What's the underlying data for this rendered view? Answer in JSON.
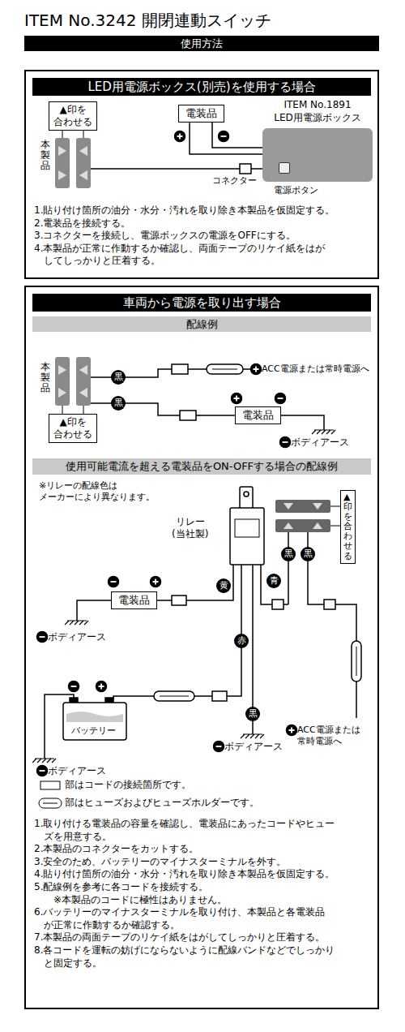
{
  "diagram": {
    "title": "ITEM No.3242 開閉連動スイッチ",
    "nodes": [
      {
        "text": [
          "使用方法"
        ]
      },
      {
        "text": [
          "LED用電源ボックス(別売)を使用する場合"
        ]
      },
      {
        "text": [
          "▲印を 合わせる"
        ],
        "in": 1
      },
      {
        "text": [
          "電装品"
        ],
        "in": 1
      },
      {
        "text": [
          "ITEM No.1891 LED用電源ボックス"
        ],
        "in": 1
      },
      {
        "text": [
          "車両から電源を取り出す場合"
        ]
      },
      {
        "text": [
          "配線例"
        ],
        "in": 5
      },
      {
        "text": [
          "▲印を 合わせる"
        ],
        "in": 5
      },
      {
        "text": [
          "電装品"
        ],
        "in": 5
      },
      {
        "text": [
          "使用可能電流を超える電装品をON-OFFする場合の配線例"
        ],
        "in": 5
      },
      {
        "text": [
          "電装品"
        ],
        "in": 5
      },
      {
        "text": [
          "▲印を合わせる"
        ],
        "in": 5
      }
    ],
    "edges": [
      {
        "from": 3,
        "to": 4,
        "arrow": "none"
      }
    ],
    "labels": [
      "本製品",
      "コネクター",
      "電源ボタン",
      "1.貼り付け箇所の油分・水分・汚れを取り除き本製品を仮固定する。",
      "2.電装品を接続する。",
      "3.コネクターを接続し、電源ボックスの電源をOFFにする。",
      "4.本製品が正常に作動するか確認し、両面テープのリケイ紙をはが してしっかりと圧着する。",
      "本製品",
      "黒",
      "黒",
      "ACC電源または常時電源へ",
      "ボディアース",
      "※リレーの配線色は メーカーにより異なります。",
      "リレー (当社製)",
      "黄",
      "青",
      "黒",
      "黒",
      "ボディアース",
      "赤",
      "黒",
      "バッテリー",
      "ボディアース",
      "ACC電源または 常時電源へ",
      "ボディアース",
      "1.取り付ける電装品の容量を確認し、電装品にあったコードやヒュー ズを用意する。",
      "2.本製品のコネクターをカットする。",
      "3.安全のため、バッテリーのマイナスターミナルを外す。",
      "4.貼り付け箇所の油分・水分・汚れを取り除き本製品を仮固定する。",
      "5.配線例を参考に各コードを接続する。",
      "※本製品のコードに極性はありません。",
      "6.バッテリーのマイナスターミナルを取り付け、本製品と各電装品 が正常に作動するか確認する。",
      "7.本製品の両面テープのリケイ紙をはがしてしっかりと圧着する。",
      "8.各コードを運転の妨げにならないように配線バンドなどでしっかり と固定する。"
    ],
    "legend": [
      {
        "text": "部はコードの接続箇所です。"
      },
      {
        "text": "部はヒューズおよびヒューズホルダーです。"
      }
    ]
  }
}
